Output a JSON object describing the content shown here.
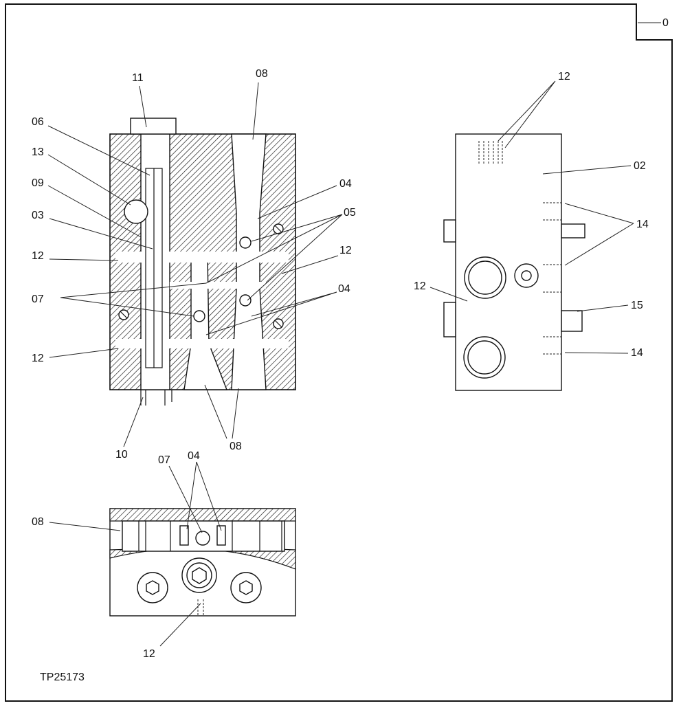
{
  "figure_id": "TP25173",
  "callouts": {
    "c0": "0",
    "c11": "11",
    "c08_top": "08",
    "c06": "06",
    "c13": "13",
    "c09": "09",
    "c03": "03",
    "c12_left_a": "12",
    "c07_left": "07",
    "c12_left_b": "12",
    "c04_right_a": "04",
    "c05": "05",
    "c12_mid": "12",
    "c04_right_b": "04",
    "c10": "10",
    "c08_bottom": "08",
    "c12_side_top": "12",
    "c02": "02",
    "c14_a": "14",
    "c12_side_left": "12",
    "c15": "15",
    "c14_b": "14",
    "c07_lower": "07",
    "c04_lower": "04",
    "c08_lower": "08",
    "c12_lower": "12"
  }
}
